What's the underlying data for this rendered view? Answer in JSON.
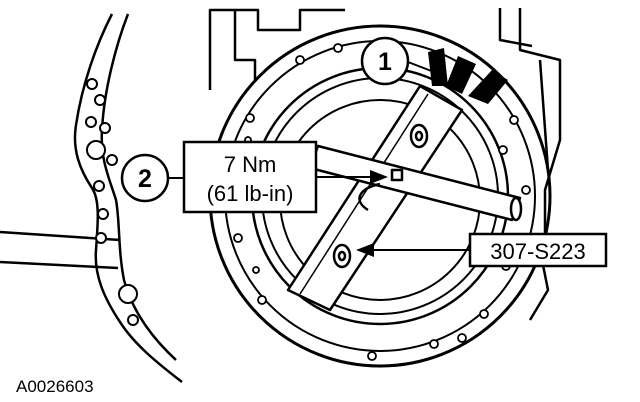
{
  "callouts": {
    "step1": "1",
    "step2": "2",
    "torque_line1": "7 Nm",
    "torque_line2": "(61 lb-in)",
    "tool_number": "307-S223"
  },
  "figure_id": "A0026603",
  "colors": {
    "ink": "#000000",
    "paper": "#ffffff"
  }
}
